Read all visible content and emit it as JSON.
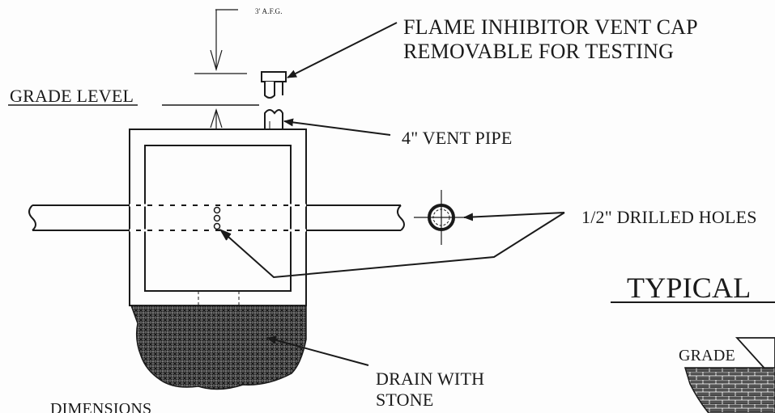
{
  "labels": {
    "height_note": "3' A.F.G.",
    "vent_cap_line1": "FLAME INHIBITOR VENT CAP",
    "vent_cap_line2": "REMOVABLE FOR TESTING",
    "grade_level": "GRADE LEVEL",
    "vent_pipe": "4\" VENT PIPE",
    "drilled_holes": "1/2\" DRILLED HOLES",
    "typical": "TYPICAL",
    "grade": "GRADE",
    "drain_line1": "DRAIN WITH",
    "drain_line2": "STONE",
    "dimensions": "DIMENSIONS"
  },
  "colors": {
    "ink": "#1a1a1a",
    "paper": "#fdfdfd",
    "gravel": "#3a3a3a"
  }
}
